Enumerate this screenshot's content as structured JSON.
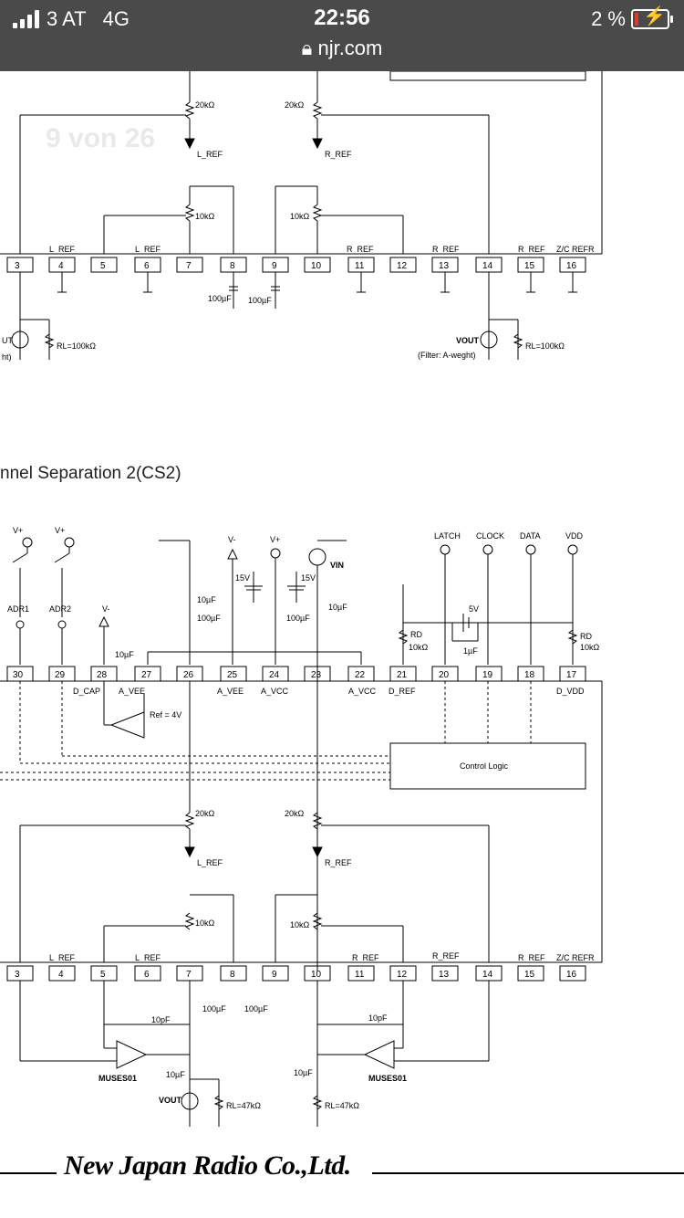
{
  "status_bar": {
    "carrier": "3 AT",
    "network": "4G",
    "time": "22:56",
    "url": "njr.com",
    "battery": "2 %",
    "battery_level": 0.02
  },
  "page_counter": "9 von 26",
  "section_title": "nnel Separation 2(CS2)",
  "top_circuit": {
    "pots": [
      "20kΩ",
      "20kΩ",
      "10kΩ",
      "10kΩ"
    ],
    "refs": [
      "L_REF",
      "R_REF"
    ],
    "pin_labels": [
      "L_REF",
      "L_REF",
      "R_REF",
      "R_REF",
      "R_REF",
      "Z/C REFR"
    ],
    "pins": [
      "3",
      "4",
      "5",
      "6",
      "7",
      "8",
      "9",
      "10",
      "11",
      "12",
      "13",
      "14",
      "15",
      "16"
    ],
    "caps": [
      "100µF",
      "100µF"
    ],
    "vout_left": "UT",
    "vout_left_note": "ht)",
    "vout": "VOUT",
    "filter_note": "(Filter: A-weght)",
    "load": "RL=100kΩ"
  },
  "bottom_circuit": {
    "supplies": [
      "V+",
      "V+",
      "V-",
      "V-",
      "V+"
    ],
    "inputs": [
      "ADR1",
      "ADR2"
    ],
    "pins_top": [
      "30",
      "29",
      "28",
      "27",
      "26",
      "25",
      "24",
      "23",
      "22",
      "21",
      "20",
      "19",
      "18",
      "17"
    ],
    "pin_labels": [
      "D_CAP",
      "A_VEE",
      "A_VEE",
      "A_VCC",
      "A_VCC",
      "D_REF",
      "D_VDD"
    ],
    "signals": [
      "LATCH",
      "CLOCK",
      "DATA",
      "VDD"
    ],
    "vin": "VIN",
    "caps": [
      "10µF",
      "10µF",
      "100µF",
      "100µF",
      "10µF",
      "1µF"
    ],
    "volts": [
      "15V",
      "15V",
      "5V"
    ],
    "rd": [
      "RD",
      "10kΩ",
      "RD",
      "10kΩ"
    ],
    "ref": "Ref = 4V",
    "control_logic": "Control Logic",
    "pots": [
      "20kΩ",
      "20kΩ",
      "10kΩ",
      "10kΩ"
    ],
    "refs": [
      "L_REF",
      "R_REF"
    ],
    "pin_labels_low": [
      "L_REF",
      "L_REF",
      "R_REF",
      "R_REF",
      "R_REF",
      "Z/C REFR"
    ],
    "pins_bottom": [
      "3",
      "4",
      "5",
      "6",
      "7",
      "8",
      "9",
      "10",
      "11",
      "12",
      "13",
      "14",
      "15",
      "16"
    ],
    "caps_low": [
      "100µF",
      "100µF",
      "10pF",
      "10pF",
      "10µF",
      "10µF"
    ],
    "opamps": [
      "MUSES01",
      "MUSES01"
    ],
    "vout": "VOUT",
    "loads": [
      "RL=47kΩ",
      "RL=47kΩ"
    ]
  },
  "footer": {
    "logo": "New Japan Radio Co.,Ltd."
  }
}
